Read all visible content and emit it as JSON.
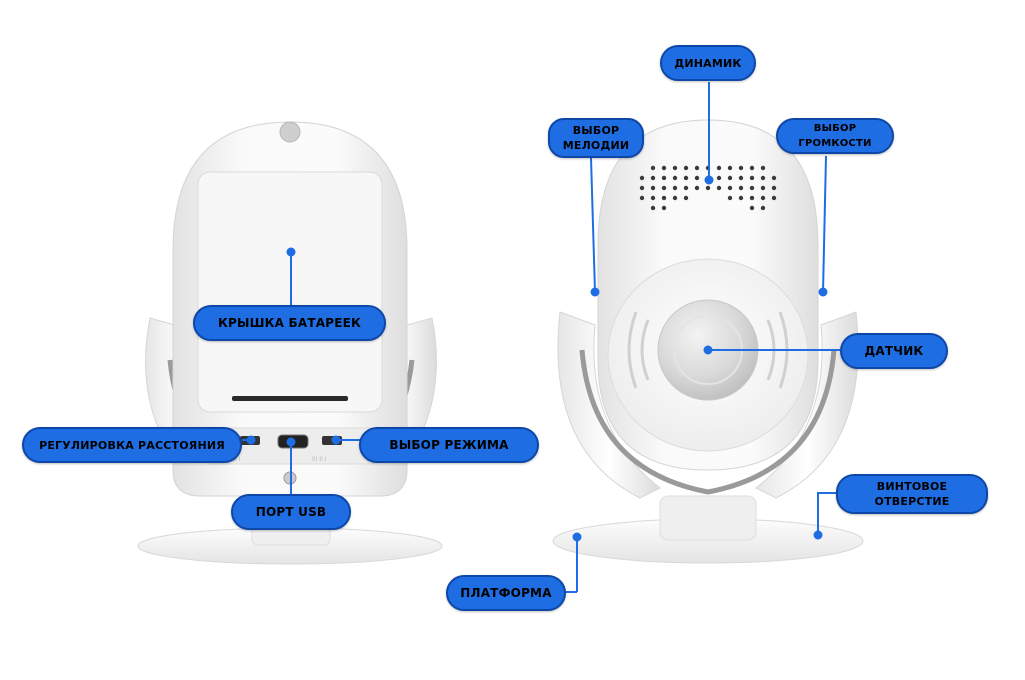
{
  "colors": {
    "label_fill": "#1f6de3",
    "label_text": "#000000",
    "leader_line": "#1f6de3",
    "device_body": "#f4f4f4"
  },
  "labels": {
    "speaker": "ДИНАМИК",
    "melody_select": "ВЫБОР\nМЕЛОДИИ",
    "volume_select": "ВЫБОР ГРОМКОСТИ",
    "battery_cover": "КРЫШКА БАТАРЕЕК",
    "sensor": "ДАТЧИК",
    "distance_adjust": "РЕГУЛИРОВКА РАССТОЯНИЯ",
    "mode_select": "ВЫБОР РЕЖИМА",
    "usb_port": "ПОРТ USB",
    "screw_hole": "ВИНТОВОЕ\nОТВЕРСТИЕ",
    "platform": "ПЛАТФОРМА"
  }
}
